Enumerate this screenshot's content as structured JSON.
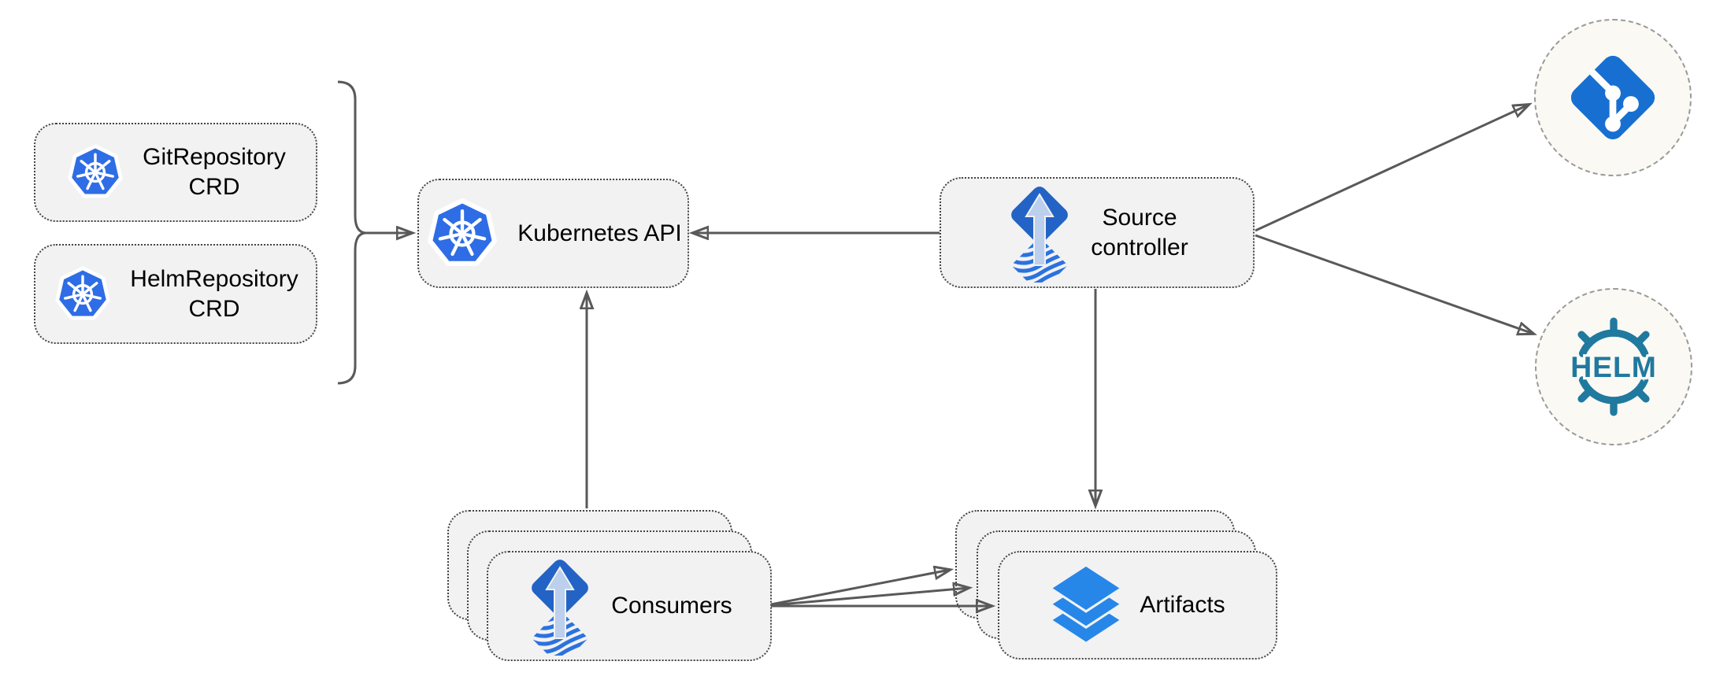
{
  "diagram": {
    "type": "architecture-diagram",
    "background": "#ffffff",
    "nodes": {
      "git_repository_crd": {
        "label": "GitRepository\nCRD",
        "icon": "kubernetes-icon"
      },
      "helm_repository_crd": {
        "label": "HelmRepository\nCRD",
        "icon": "kubernetes-icon"
      },
      "kubernetes_api": {
        "label": "Kubernetes API",
        "icon": "kubernetes-icon"
      },
      "source_controller": {
        "label": "Source\ncontroller",
        "icon": "flux-source-icon"
      },
      "consumers": {
        "label": "Consumers",
        "icon": "flux-source-icon",
        "stack_count": 3
      },
      "artifacts": {
        "label": "Artifacts",
        "icon": "layers-icon",
        "stack_count": 3
      },
      "git_endpoint": {
        "icon": "git-icon"
      },
      "helm_endpoint": {
        "icon": "helm-icon",
        "badge": "HELM"
      }
    },
    "edges": [
      {
        "id": "crds-to-kubernetes-api",
        "from": "GitRepository CRD / HelmRepository CRD (bracket group)",
        "to": "Kubernetes API"
      },
      {
        "id": "source-controller-to-kubernetes-api",
        "from": "Source controller",
        "to": "Kubernetes API"
      },
      {
        "id": "consumers-to-kubernetes-api",
        "from": "Consumers",
        "to": "Kubernetes API"
      },
      {
        "id": "source-controller-to-artifacts",
        "from": "Source controller",
        "to": "Artifacts"
      },
      {
        "id": "source-controller-to-git",
        "from": "Source controller",
        "to": "Git repository endpoint"
      },
      {
        "id": "source-controller-to-helm",
        "from": "Source controller",
        "to": "Helm repository endpoint"
      },
      {
        "id": "consumers-to-artifacts-back",
        "from": "Consumers",
        "to": "Artifacts (back copy)"
      },
      {
        "id": "consumers-to-artifacts-middle",
        "from": "Consumers",
        "to": "Artifacts (middle copy)"
      },
      {
        "id": "consumers-to-artifacts-front",
        "from": "Consumers",
        "to": "Artifacts (front copy)"
      }
    ],
    "colors": {
      "kubernetes_blue": "#2E6DE5",
      "flux_blue": "#2363C5",
      "flux_arrow_light": "#BCCFED",
      "flux_wave_blue": "#2B72E0",
      "layers_blue": "#2787E8",
      "git_blue": "#1770D1",
      "helm_teal": "#20799F",
      "node_fill": "#F2F2F2",
      "node_border": "#454545",
      "circle_fill": "#FAF9F4",
      "circle_border": "#9A9A9A",
      "edge": "#595959",
      "label_text": "#000000"
    }
  }
}
